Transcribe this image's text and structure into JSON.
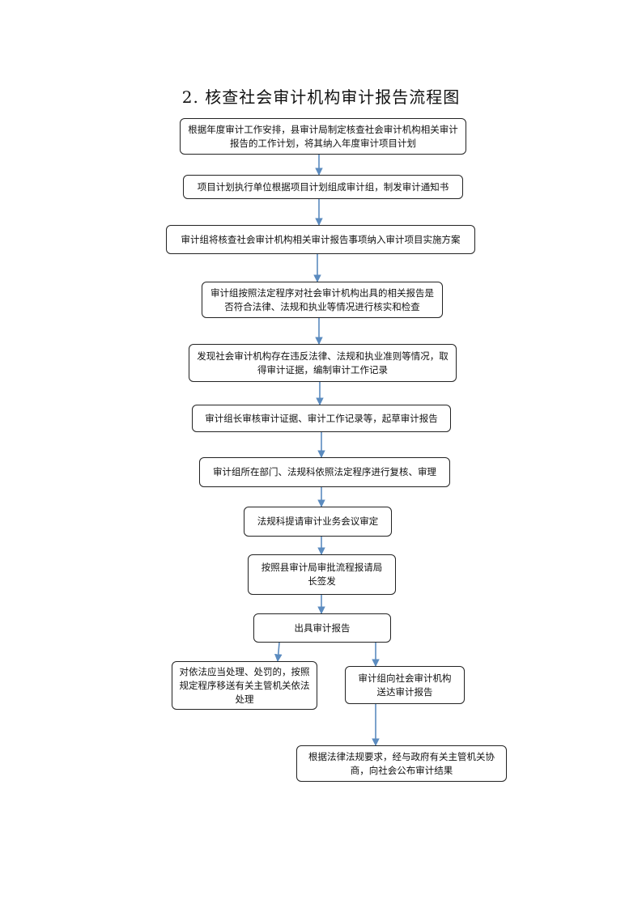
{
  "title": "2. 核查社会审计机构审计报告流程图",
  "steps": [
    {
      "text": "根据年度审计工作安排，县审计局制定核查社会审计机构相关审计报告的工作计划，将其纳入年度审计项目计划"
    },
    {
      "text": "项目计划执行单位根据项目计划组成审计组，制发审计通知书"
    },
    {
      "text": "审计组将核查社会审计机构相关审计报告事项纳入审计项目实施方案"
    },
    {
      "text": "审计组按照法定程序对社会审计机构出具的相关报告是否符合法律、法规和执业等情况进行核实和检查"
    },
    {
      "text": "发现社会审计机构存在违反法律、法规和执业准则等情况，取得审计证据，编制审计工作记录"
    },
    {
      "text": "审计组长审核审计证据、审计工作记录等，起草审计报告"
    },
    {
      "text": "审计组所在部门、法规科依照法定程序进行复核、审理"
    },
    {
      "text": "法规科提请审计业务会议审定"
    },
    {
      "text": "按照县审计局审批流程报请局长签发"
    },
    {
      "text": "出具审计报告"
    },
    {
      "text": "对依法应当处理、处罚的，按照规定程序移送有关主管机关依法处理"
    },
    {
      "text": "审计组向社会审计机构送达审计报告"
    },
    {
      "text": "根据法律法规要求，经与政府有关主管机关协商，向社会公布审计结果"
    }
  ],
  "arrow_color": "#5b8bbf"
}
